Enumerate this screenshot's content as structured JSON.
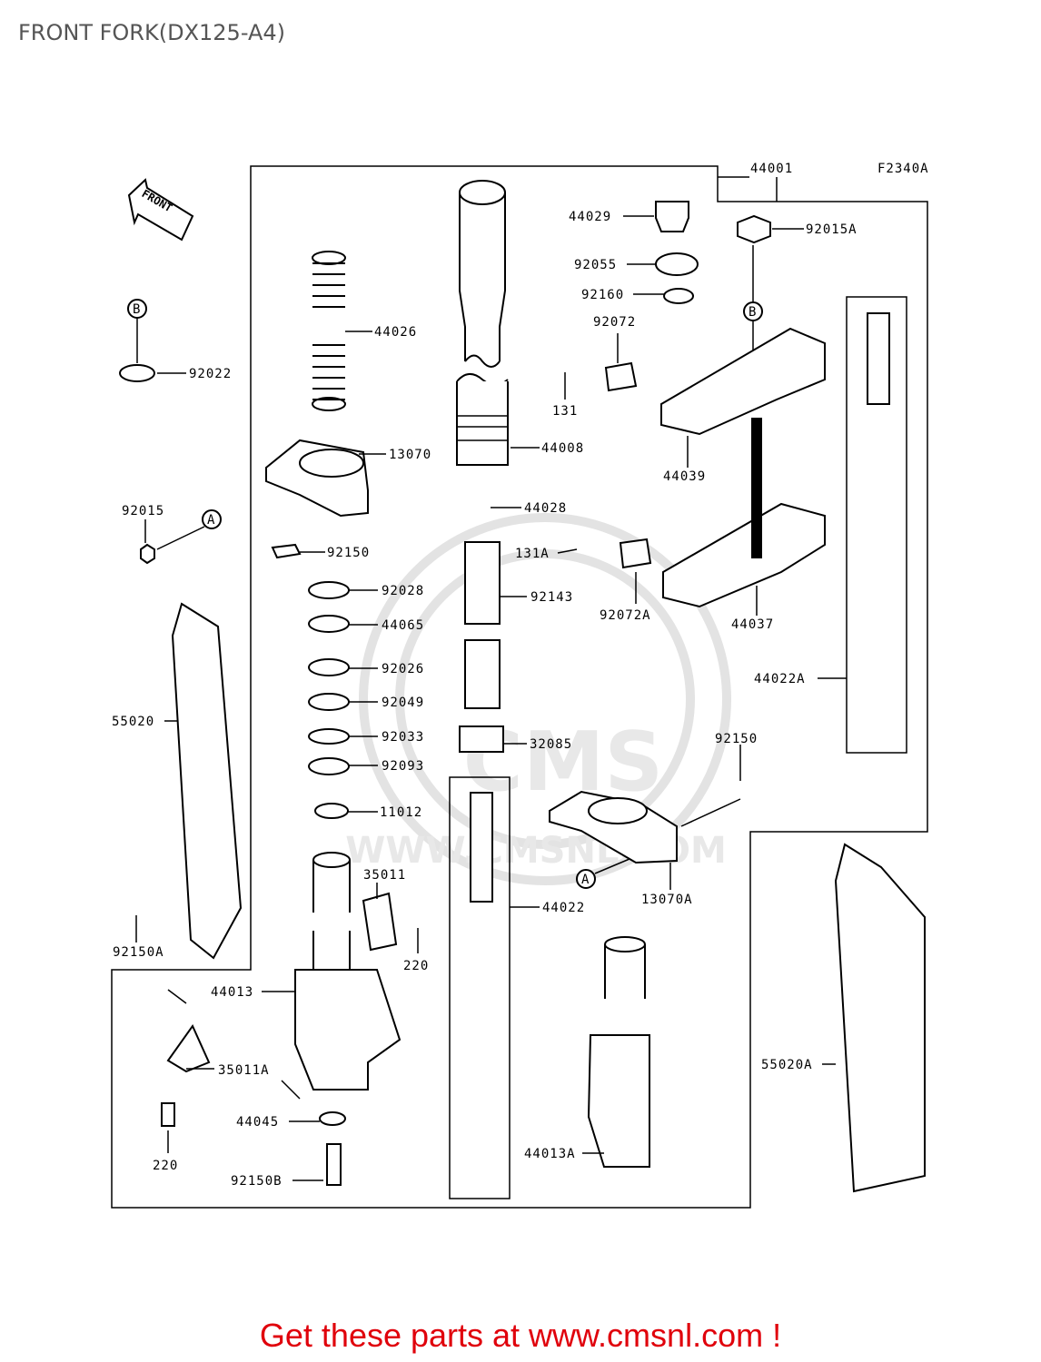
{
  "title": "FRONT FORK(DX125-A4)",
  "figure_code": "F2340A",
  "front_label": "FRONT",
  "watermark_text": "CMS",
  "watermark_url": "WWW.CMSNL.COM",
  "promo": "Get these parts at www.cmsnl.com !",
  "refs": {
    "a": "A",
    "b": "B"
  },
  "parts": {
    "p44001": "44001",
    "p44029": "44029",
    "p92015a": "92015A",
    "p92055": "92055",
    "p92160": "92160",
    "p92072": "92072",
    "p131": "131",
    "p44039": "44039",
    "p44026": "44026",
    "p44008": "44008",
    "p13070": "13070",
    "p92022": "92022",
    "p92015": "92015",
    "p92150": "92150",
    "p44028": "44028",
    "p131a": "131A",
    "p92143": "92143",
    "p92072a": "92072A",
    "p44037": "44037",
    "p92028": "92028",
    "p44065": "44065",
    "p92026": "92026",
    "p92049": "92049",
    "p92033": "92033",
    "p92093": "92093",
    "p32085": "32085",
    "p44022a": "44022A",
    "p55020": "55020",
    "p92150_2": "92150",
    "p11012": "11012",
    "p35011": "35011",
    "p44022": "44022",
    "p13070a": "13070A",
    "p92150a": "92150A",
    "p220": "220",
    "p44013": "44013",
    "p35011a": "35011A",
    "p220_2": "220",
    "p44045": "44045",
    "p92150b": "92150B",
    "p44013a": "44013A",
    "p55020a": "55020A"
  },
  "colors": {
    "promo": "#e0000b",
    "title": "#555555",
    "watermark": "#e3e3e3"
  }
}
